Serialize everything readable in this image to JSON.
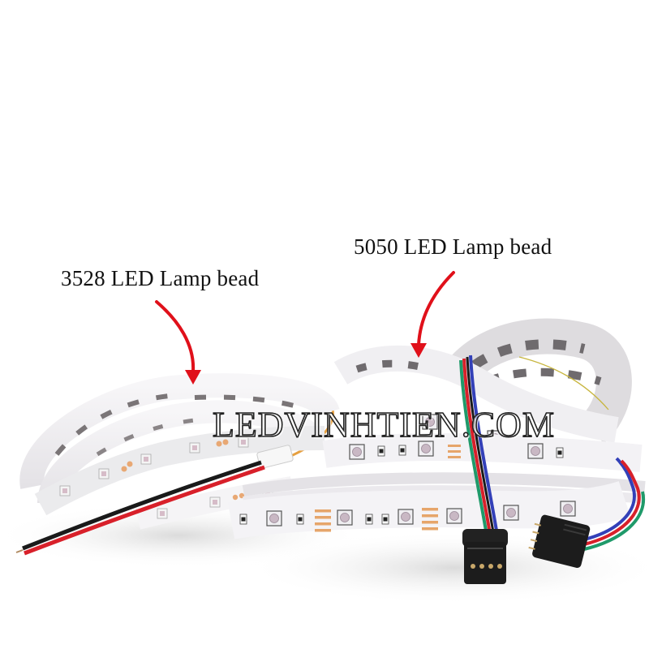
{
  "labels": {
    "left": "3528 LED Lamp bead",
    "right": "5050 LED Lamp bead"
  },
  "watermark": "LEDVINHTIEN.COM",
  "colors": {
    "background": "#ffffff",
    "arrow": "#e0101a",
    "strip": "#f2f1f3",
    "backing": "#d9d7da",
    "backing_mark": "#6f6b6e",
    "copper": "#e6a56a",
    "wire_red": "#d8202a",
    "wire_black": "#1a1a1a",
    "wire_green": "#1f9a6a",
    "wire_blue": "#3340b8",
    "connector": "#1c1c1c"
  },
  "objects": [
    {
      "name": "3528 LED strip reel",
      "type": "2-wire red/black lead"
    },
    {
      "name": "5050 LED strip reel",
      "type": "RGB 4-wire lead"
    },
    {
      "name": "RGB female 4-pin connector"
    },
    {
      "name": "RGB male 4-pin connector"
    }
  ]
}
